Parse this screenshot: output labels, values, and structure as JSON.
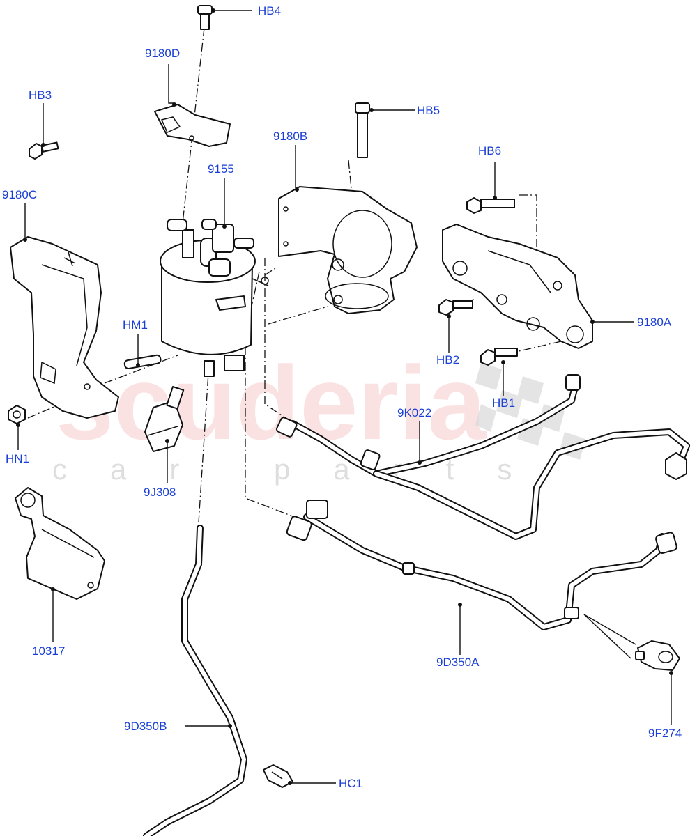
{
  "watermark": {
    "brand": "scuderia",
    "sub": "car parts"
  },
  "colors": {
    "label": "#1a3fd6",
    "watermark": "#f6c9cc",
    "line": "#111111"
  },
  "labels": {
    "hb4": "HB4",
    "p9180d": "9180D",
    "hb3": "HB3",
    "hb5": "HB5",
    "p9180b": "9180B",
    "hb6": "HB6",
    "p9155": "9155",
    "p9180c": "9180C",
    "hm1": "HM1",
    "p9180a": "9180A",
    "hb2": "HB2",
    "hb1": "HB1",
    "p9k022": "9K022",
    "hn1": "HN1",
    "p9j308": "9J308",
    "p10317": "10317",
    "p9d350a": "9D350A",
    "p9f274": "9F274",
    "p9d350b": "9D350B",
    "hc1": "HC1"
  }
}
